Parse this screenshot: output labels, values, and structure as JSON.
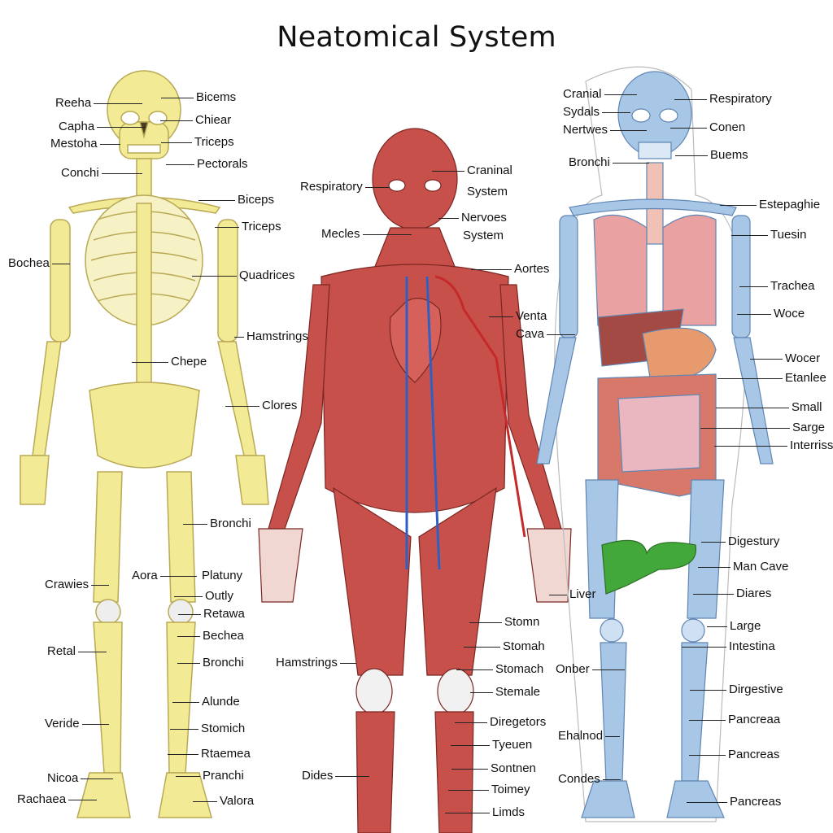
{
  "title": "Neatomical System",
  "colors": {
    "bone_yellow": "#f3ea95",
    "muscle_red": "#c8504a",
    "bone_blue": "#a8c6e6",
    "vein_blue": "#2f5fc0",
    "artery_red": "#c42a2a",
    "liver_green": "#43a83a"
  },
  "labels": {
    "skeleton": [
      "Reeha",
      "Capha",
      "Mestoha",
      "Conchi",
      "Bicems",
      "Chiear",
      "Triceps",
      "Pectorals",
      "Biceps",
      "Triceps",
      "Bochea",
      "Quadrices",
      "Hamstrings",
      "Chepe",
      "Clores",
      "Bronchi",
      "Aora",
      "Platuny",
      "Crawies",
      "Outly",
      "Retawa",
      "Bechea",
      "Retal",
      "Bronchi",
      "Alunde",
      "Veride",
      "Stomich",
      "Rtaemea",
      "Pranchi",
      "Nicoa",
      "Rachaea",
      "Valora"
    ],
    "muscular": [
      "Respiratory",
      "Craninal",
      "System",
      "Nervoes",
      "Mecles",
      "System",
      "Aortes",
      "Venta",
      "Cava",
      "Hamstrings",
      "Stomn",
      "Stomah",
      "Stomach",
      "Stemale",
      "Diregetors",
      "Tyeuen",
      "Sontnen",
      "Toimey",
      "Limds",
      "Dides"
    ],
    "organs": [
      "Cranial",
      "Sydals",
      "Nertwes",
      "Bronchi",
      "Respiratory",
      "Conen",
      "Buems",
      "Estepaghie",
      "Tuesin",
      "Trachea",
      "Woce",
      "Wocer",
      "Etanlee",
      "Small",
      "Sarge",
      "Interriss",
      "Digestury",
      "Man Cave",
      "Diares",
      "Liver",
      "Large",
      "Intestina",
      "Onber",
      "Dirgestive",
      "Pancreaa",
      "Ehalnod",
      "Pancreas",
      "Condes",
      "Pancreas"
    ]
  }
}
